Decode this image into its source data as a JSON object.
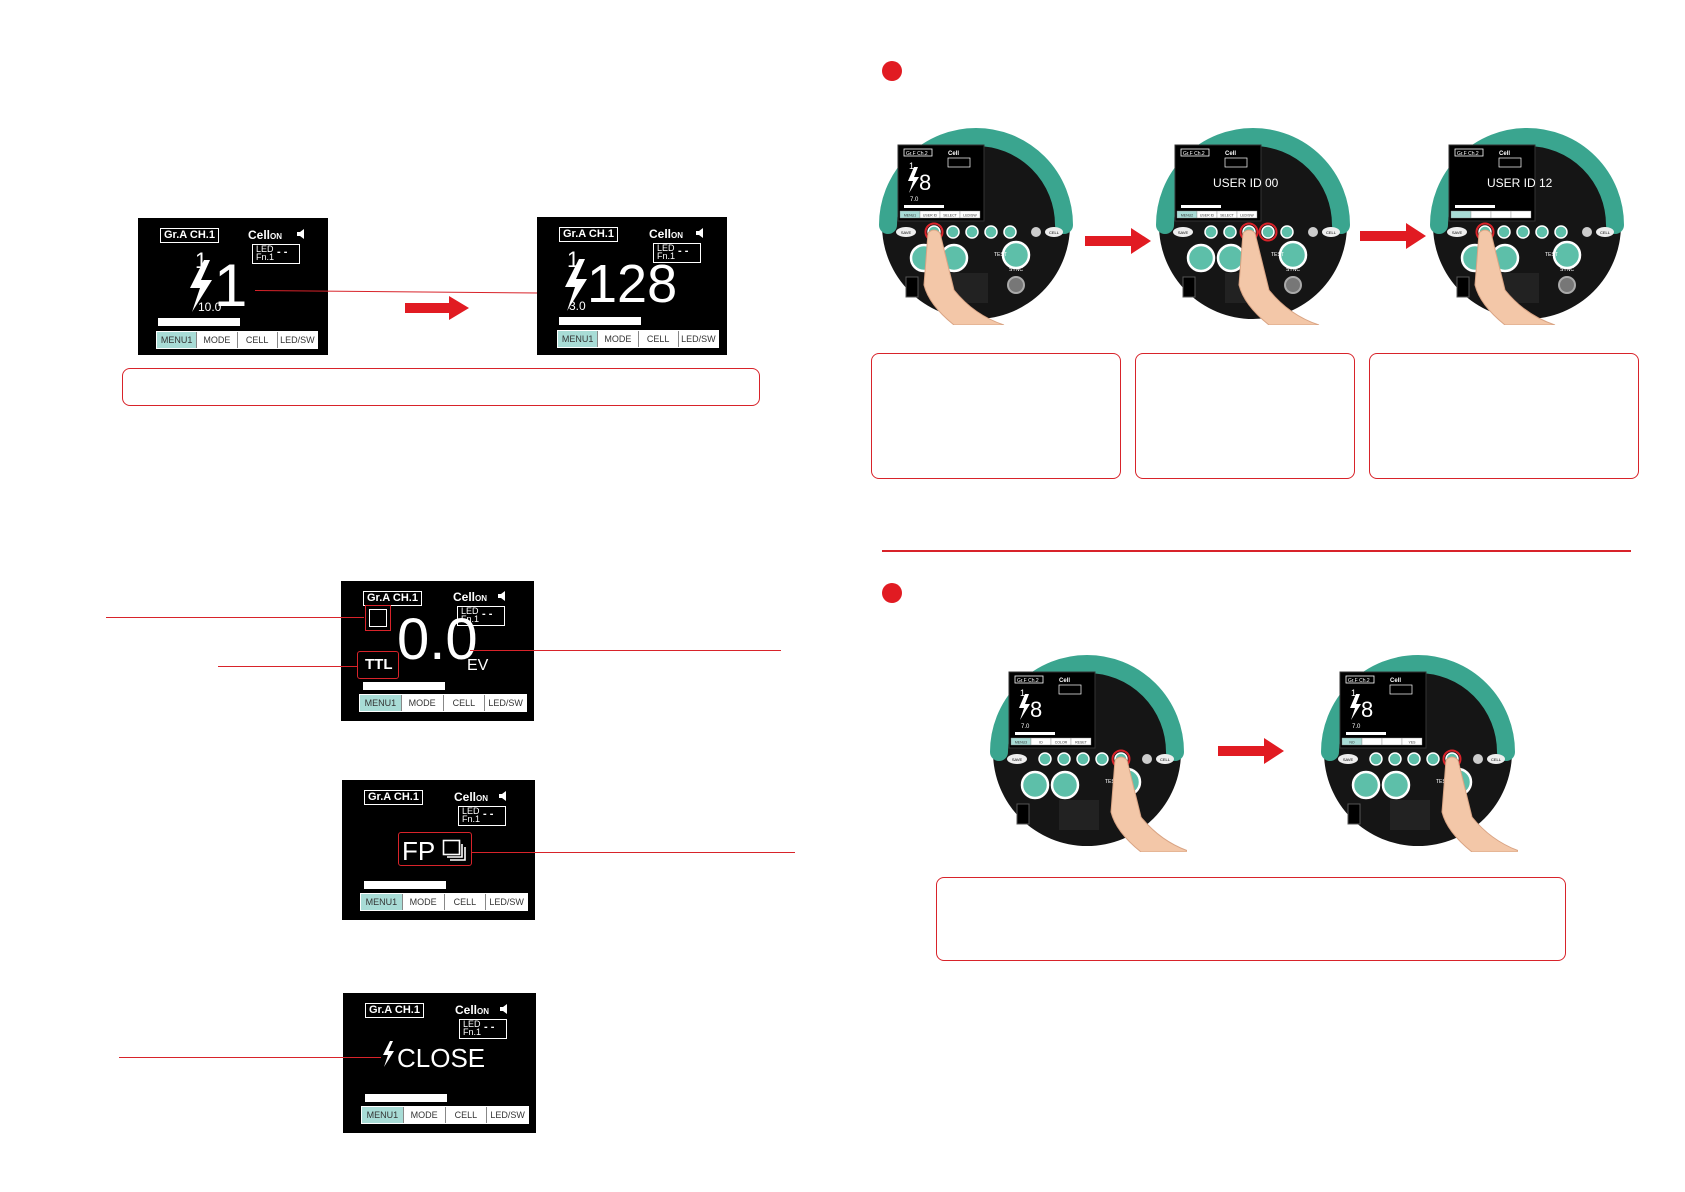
{
  "lcd_common": {
    "group_label": "Gr.A   CH.1",
    "cell_label": "Cell",
    "cell_state": "ON",
    "led_line1": "LED",
    "led_line2": "Fn.1",
    "led_dash": "- -",
    "led_unit": "%",
    "tabs": [
      "MENU1",
      "MODE",
      "CELL",
      "LED/SW"
    ]
  },
  "screen_manual_low": {
    "numerator": "1",
    "denominator": "1",
    "stop": "10.0"
  },
  "screen_manual_high": {
    "numerator": "1",
    "denominator": "128",
    "stop": "3.0"
  },
  "screen_ttl": {
    "value": "0.0",
    "unit": "EV",
    "mode": "TTL"
  },
  "screen_fp": {
    "label": "FP"
  },
  "screen_close": {
    "label": "CLOSE"
  },
  "device_screens": {
    "d1": {
      "top": "Gr.F   Ch.2",
      "num": "1",
      "den": "8",
      "sub": "7.0",
      "tabs": [
        "MENU1",
        "USER ID",
        "SELECT",
        "LED/SW"
      ]
    },
    "d2": {
      "top": "Gr.F   Ch.2",
      "text": "USER ID 00",
      "tabs": [
        "MENU2",
        "USER ID",
        "SELECT",
        "LED/SW"
      ]
    },
    "d3": {
      "top": "Gr.F   Ch.2",
      "text": "USER ID 12",
      "tabs": [
        "",
        "",
        "",
        ""
      ]
    },
    "d4": {
      "top": "Gr.F   Ch.2",
      "num": "1",
      "den": "8",
      "sub": "7.0",
      "tabs": [
        "MENU3",
        "ID",
        "COLOR",
        "RESET"
      ]
    },
    "d5": {
      "top": "Gr.F   Ch.2",
      "num": "1",
      "den": "8",
      "sub": "7.0",
      "tabs": [
        "NO",
        "",
        "",
        "YES"
      ]
    }
  },
  "device_labels": {
    "save": "SAVE",
    "cell": "CELL",
    "test": "TEST",
    "sync": "SYNC"
  },
  "colors": {
    "accent_red": "#d8232a",
    "teal_handle": "#3aa58f",
    "tab_active": "#a8dcd6"
  }
}
